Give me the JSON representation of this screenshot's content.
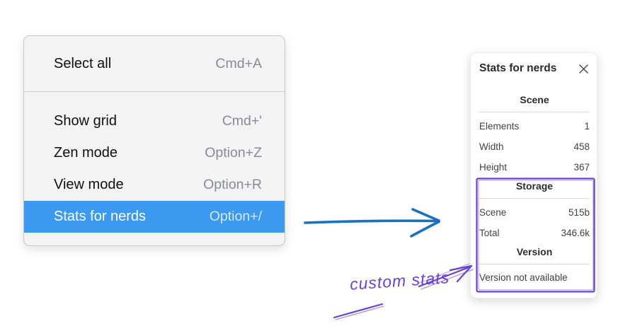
{
  "colors": {
    "menu_highlight": "#3c99f0",
    "arrow_blue": "#1971c2",
    "annotation_violet": "#6741d9"
  },
  "context_menu": {
    "sections": [
      {
        "items": [
          {
            "label": "Select all",
            "shortcut": "Cmd+A"
          }
        ]
      },
      {
        "items": [
          {
            "label": "Show grid",
            "shortcut": "Cmd+'"
          },
          {
            "label": "Zen mode",
            "shortcut": "Option+Z"
          },
          {
            "label": "View mode",
            "shortcut": "Option+R"
          },
          {
            "label": "Stats for nerds",
            "shortcut": "Option+/"
          }
        ]
      }
    ]
  },
  "stats_panel": {
    "title": "Stats for nerds",
    "sections": [
      {
        "heading": "Scene",
        "rows": [
          {
            "label": "Elements",
            "value": "1"
          },
          {
            "label": "Width",
            "value": "458"
          },
          {
            "label": "Height",
            "value": "367"
          }
        ]
      },
      {
        "heading": "Storage",
        "rows": [
          {
            "label": "Scene",
            "value": "515b"
          },
          {
            "label": "Total",
            "value": "346.6k"
          }
        ]
      },
      {
        "heading": "Version",
        "note": "Version not available"
      }
    ]
  },
  "annotation": {
    "label": "custom stats"
  }
}
